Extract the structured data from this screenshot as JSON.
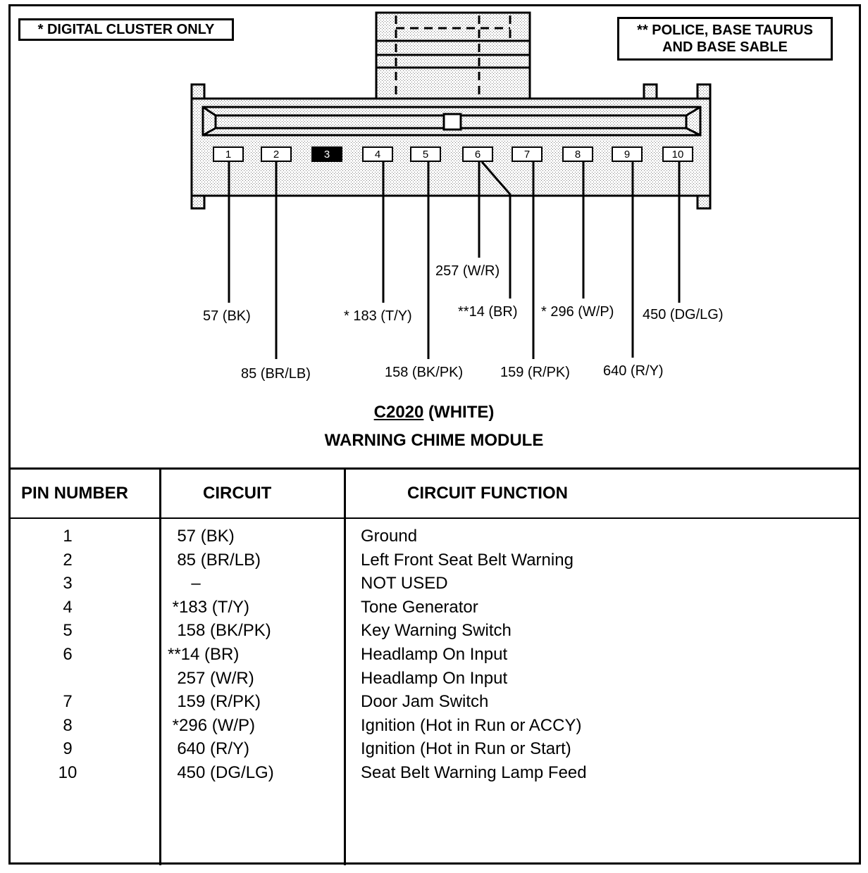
{
  "notes": {
    "digital_cluster": "* DIGITAL CLUSTER ONLY",
    "police_line1": "** POLICE, BASE TAURUS",
    "police_line2": "AND BASE SABLE"
  },
  "connector": {
    "name": "C2020",
    "color_label": "(WHITE)",
    "module": "WARNING CHIME MODULE",
    "pins": [
      {
        "num": "1",
        "used": true
      },
      {
        "num": "2",
        "used": true
      },
      {
        "num": "3",
        "used": false
      },
      {
        "num": "4",
        "used": true
      },
      {
        "num": "5",
        "used": true
      },
      {
        "num": "6",
        "used": true
      },
      {
        "num": "7",
        "used": true
      },
      {
        "num": "8",
        "used": true
      },
      {
        "num": "9",
        "used": true
      },
      {
        "num": "10",
        "used": true
      }
    ],
    "wire_labels": {
      "p1": "57 (BK)",
      "p2": "85 (BR/LB)",
      "p4": "* 183 (T/Y)",
      "p5": "158 (BK/PK)",
      "p6a": "257 (W/R)",
      "p6b": "**14 (BR)",
      "p7": "159 (R/PK)",
      "p8": "* 296 (W/P)",
      "p9": "640 (R/Y)",
      "p10": "450 (DG/LG)"
    }
  },
  "table": {
    "headers": {
      "pin": "PIN NUMBER",
      "circuit": "CIRCUIT",
      "function": "CIRCUIT FUNCTION"
    },
    "rows": [
      {
        "pin": "1",
        "circuit": "  57 (BK)",
        "function": "Ground"
      },
      {
        "pin": "2",
        "circuit": "  85 (BR/LB)",
        "function": "Left Front Seat Belt Warning"
      },
      {
        "pin": "3",
        "circuit": "     –",
        "function": "NOT USED"
      },
      {
        "pin": "4",
        "circuit": " *183 (T/Y)",
        "function": "Tone Generator"
      },
      {
        "pin": "5",
        "circuit": "  158 (BK/PK)",
        "function": "Key Warning Switch"
      },
      {
        "pin": "6",
        "circuit": "**14 (BR)",
        "function": "Headlamp On Input"
      },
      {
        "pin": "",
        "circuit": "  257 (W/R)",
        "function": "Headlamp On Input"
      },
      {
        "pin": "7",
        "circuit": "  159 (R/PK)",
        "function": "Door Jam Switch"
      },
      {
        "pin": "8",
        "circuit": " *296 (W/P)",
        "function": "Ignition (Hot in Run or ACCY)"
      },
      {
        "pin": "9",
        "circuit": "  640 (R/Y)",
        "function": "Ignition (Hot in Run or Start)"
      },
      {
        "pin": "10",
        "circuit": "  450 (DG/LG)",
        "function": "Seat Belt Warning Lamp Feed"
      }
    ]
  }
}
